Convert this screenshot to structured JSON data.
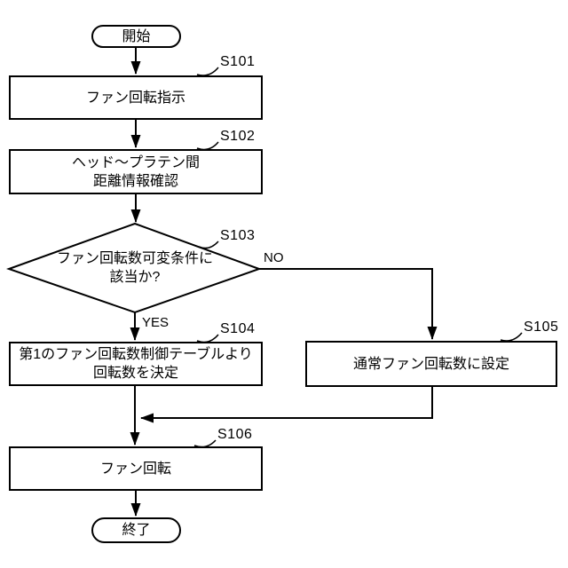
{
  "figure": {
    "type": "flowchart",
    "colors": {
      "background": "#ffffff",
      "line": "#000000",
      "text": "#000000"
    }
  },
  "nodes": {
    "start": {
      "label": "開始"
    },
    "s101": {
      "step": "S101",
      "lines": [
        "ファン回転指示"
      ]
    },
    "s102": {
      "step": "S102",
      "lines": [
        "ヘッド～プラテン間",
        "距離情報確認"
      ]
    },
    "s103": {
      "step": "S103",
      "lines": [
        "ファン回転数可変条件に",
        "該当か?"
      ]
    },
    "s104": {
      "step": "S104",
      "lines": [
        "第1のファン回転数制御テーブルより",
        "回転数を決定"
      ]
    },
    "s105": {
      "step": "S105",
      "lines": [
        "通常ファン回転数に設定"
      ]
    },
    "s106": {
      "step": "S106",
      "lines": [
        "ファン回転"
      ]
    },
    "end": {
      "label": "終了"
    }
  },
  "branch_labels": {
    "yes": "YES",
    "no": "NO"
  }
}
